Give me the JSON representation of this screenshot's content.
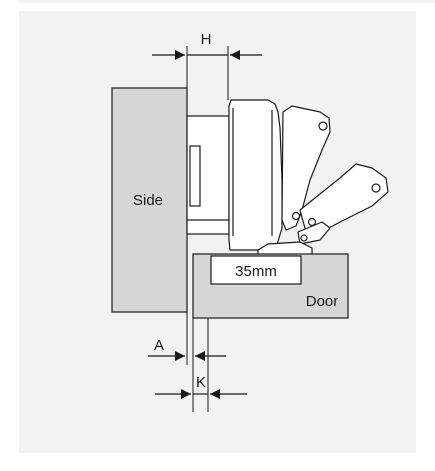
{
  "labels": {
    "side": "Side",
    "door": "Door",
    "cup": "35mm",
    "h": "H",
    "a": "A",
    "k": "K"
  },
  "colors": {
    "background": "#f2f2f2",
    "panel_fill": "#d6d6d6",
    "hinge_fill": "#ffffff",
    "stroke": "#1a1a1a"
  },
  "icons": {
    "arrow": "triangle-arrowhead"
  }
}
